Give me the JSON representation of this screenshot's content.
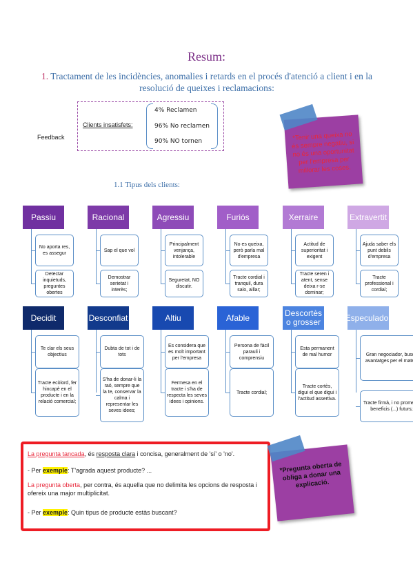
{
  "title": "Resum:",
  "subtitle": {
    "number": "1.",
    "text": "Tractament de les incidències, anomalies i retards en el procés d'atenció a client i en la resolució de queixes i reclamacions:"
  },
  "feedback": {
    "label": "Feedback",
    "clients_label": "Clients insatisfets:",
    "stats": [
      "4% Reclamen",
      "96% No reclamen",
      "90% NO tornen"
    ]
  },
  "sticky_top": "*Tenir una queixa no és sempre negatiu, si no és una oportunitat per l'empresa per millorar les coses.",
  "sticky_bottom": "*Pregunta oberta de obliga a donar una explicació.",
  "section_title": "1.1 Tipus dels clients:",
  "row1": [
    {
      "name": "Passiu",
      "color": "#7030a0",
      "items": [
        "No aporta res, es assegur",
        "Detectar inquietuds, preguntes obertes"
      ]
    },
    {
      "name": "Racional",
      "color": "#7d3aa8",
      "items": [
        "Sap el que vol",
        "Demostrar serietat i interès;"
      ]
    },
    {
      "name": "Agressiu",
      "color": "#8e4bb8",
      "items": [
        "Principalment venjança, intolerable",
        "Seguretat, NO discutir."
      ]
    },
    {
      "name": "Furiós",
      "color": "#a15ec8",
      "items": [
        "No es queixa, però parla mal d'empresa",
        "Tracte cordial i tranquil, dura salo, aillar;"
      ]
    },
    {
      "name": "Xerraire",
      "color": "#b27ad4",
      "items": [
        "Actitud de superioritat i exigent",
        "Tracte seren i atent, sense deixa r-se dominar;"
      ]
    },
    {
      "name": "Extravertit",
      "color": "#cfa8e4",
      "items": [
        "Ajuda saber els punt debils d'empresa",
        "Tracte professional i cordial;"
      ]
    }
  ],
  "row2": [
    {
      "name": "Decidit",
      "color": "#0f2a6b",
      "items": [
        "Te clar els seus objectius",
        "Tracte ecòlord, fer hincapè en el producte i en la relació comercial;"
      ]
    },
    {
      "name": "Desconfiat",
      "color": "#123a8c",
      "items": [
        "Dubta de tot i de tots",
        "S'ha de donar-li la raó, sempre que la te, conservar la calma i representar les seves idees;"
      ]
    },
    {
      "name": "Altiu",
      "color": "#1849b0",
      "items": [
        "Es considera que es molt important per l'empresa",
        "Fermesa en el tracte i s'ha de respecta les seves idees i opinions."
      ]
    },
    {
      "name": "Afable",
      "color": "#2a63d6",
      "items": [
        "Persona de fàcil parauli i comprensiu",
        "Tracte cordial;"
      ]
    },
    {
      "name": "Descortès o grosser",
      "color": "#4c84e0",
      "items": [
        "Esta permanent de mal humor",
        "Tracte cortès, digui el que digui i l'actitud assertiva."
      ]
    },
    {
      "name": "Especulador",
      "color": "#8fb0ea",
      "items": [
        "Gran negociador, busca avantatges per el mateix",
        "Tracte firmà, i no prometre beneficis (...) futurs;"
      ]
    }
  ],
  "box": {
    "l1_a": "La pregunta tancada",
    "l1_b": ", és ",
    "l1_c": "resposta clara",
    "l1_d": " i concisa, generalment de 'sí' o 'no'.",
    "l2_a": "- Per ",
    "l2_b": "exemple",
    "l2_c": ": T'agrada aquest producte? ...",
    "l3_a": "La pregunta oberta",
    "l3_b": ", per contra, és aquella que no delimita les opcions de resposta i ofereix una major multiplicitat.",
    "l4_a": "- Per ",
    "l4_b": "exemple",
    "l4_c": ": Quin tipus de producte estàs buscant?"
  }
}
